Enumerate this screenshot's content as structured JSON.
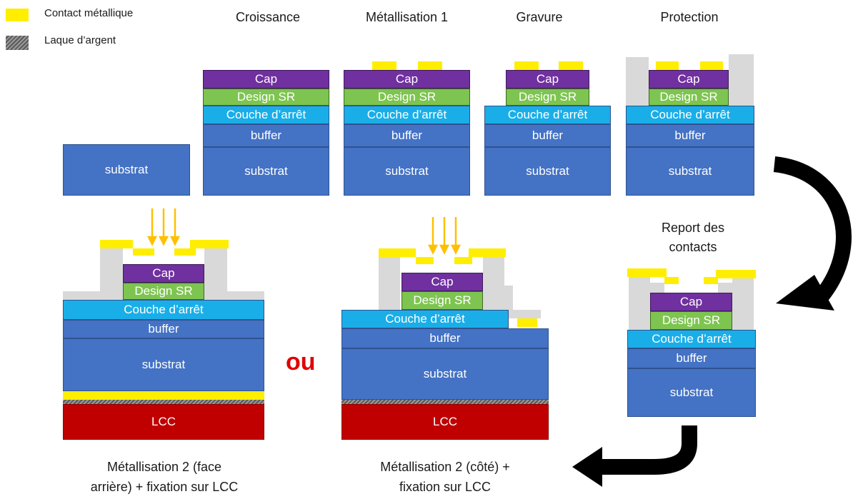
{
  "legend": {
    "metal_label": "Contact métallique",
    "laque_label": "Laque d’argent"
  },
  "steps": {
    "croissance": "Croissance",
    "metallisation1": "Métallisation 1",
    "gravure": "Gravure",
    "protection": "Protection",
    "report": "Report des contacts",
    "report_line1": "Report des",
    "report_line2": "contacts"
  },
  "layers": {
    "substrat": "substrat",
    "buffer": "buffer",
    "stop": "Couche d’arrêt",
    "sr": "Design SR",
    "cap": "Cap",
    "lcc": "LCC"
  },
  "bottom": {
    "ou": "ou",
    "left_line1": "Métallisation 2 (face",
    "left_line2": "arrière) + fixation sur LCC",
    "right_line1": "Métallisation 2 (côté) +",
    "right_line2": "fixation sur LCC"
  },
  "colors": {
    "substrate": "#4472c4",
    "stop_layer": "#1aaee8",
    "design_sr": "#7ec451",
    "cap": "#7030a0",
    "lcc": "#c00000",
    "metal": "#ffee00",
    "protection": "#d9d9d9",
    "arrow_light": "#ffc000"
  },
  "icons": {
    "curved_arrow_1": "curved-arrow-down-left",
    "curved_arrow_2": "curved-arrow-left",
    "light_arrows": "down-arrows"
  }
}
